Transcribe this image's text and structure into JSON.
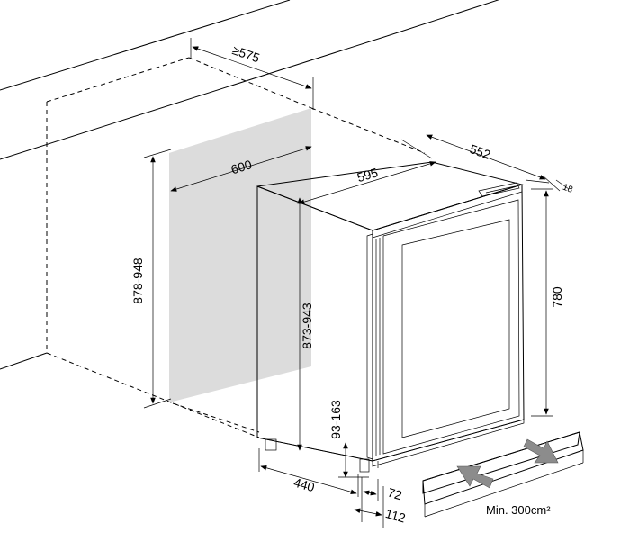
{
  "dimensions": {
    "niche_depth": "≥575",
    "niche_width": "600",
    "niche_height": "878-948",
    "cabinet_depth": "552",
    "cabinet_width": "595",
    "top_offset": "18",
    "cabinet_height": "873-943",
    "door_height": "780",
    "plinth_height": "93-163",
    "feet_depth": "440",
    "plinth_recess": "72",
    "plinth_offset": "112"
  },
  "note": "Min. 300cm²",
  "colors": {
    "niche_back": "#dcdcdc",
    "appliance_fill": "#ffffff",
    "glass_fill": "#ffffff",
    "vent_fill": "#e6e6e6",
    "arrow_fill": "#8c8c8c",
    "line": "#000000"
  }
}
